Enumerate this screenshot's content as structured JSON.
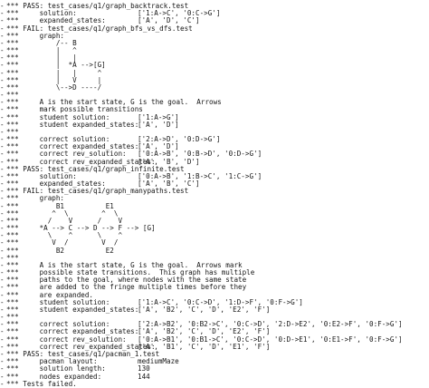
{
  "terminal": {
    "gutter_char": "-",
    "lines": [
      [
        "*** PASS: test_cases/q1/graph_backtrack.test"
      ],
      [
        "***     solution:",
        "['1:A->C', '0:C->G']"
      ],
      [
        "***     expanded_states:",
        "['A', 'D', 'C']"
      ],
      [
        "*** FAIL: test_cases/q1/graph_bfs_vs_dfs.test"
      ],
      [
        "***     graph:"
      ],
      [
        "***         /-- B"
      ],
      [
        "***         |   ^"
      ],
      [
        "***         |   |"
      ],
      [
        "***         |  *A -->[G]"
      ],
      [
        "***         |   |     ^"
      ],
      [
        "***         |   V     |"
      ],
      [
        "***         \\-->D ----/"
      ],
      [
        "***"
      ],
      [
        "***     A is the start state, G is the goal.  Arrows"
      ],
      [
        "***     mark possible transitions"
      ],
      [
        "***     student solution:",
        "['1:A->G']"
      ],
      [
        "***     student expanded_states:",
        "['A', 'D']"
      ],
      [
        "***"
      ],
      [
        "***     correct solution:",
        "['2:A->D', '0:D->G']"
      ],
      [
        "***     correct expanded_states:",
        "['A', 'D']"
      ],
      [
        "***     correct rev_solution:",
        "['0:A->B', '0:B->D', '0:D->G']"
      ],
      [
        "***     correct rev_expanded_states:",
        "['A', 'B', 'D']"
      ],
      [
        "*** PASS: test_cases/q1/graph_infinite.test"
      ],
      [
        "***     solution:",
        "['0:A->B', '1:B->C', '1:C->G']"
      ],
      [
        "***     expanded_states:",
        "['A', 'B', 'C']"
      ],
      [
        "*** FAIL: test_cases/q1/graph_manypaths.test"
      ],
      [
        "***     graph:"
      ],
      [
        "***         B1          E1"
      ],
      [
        "***        ^  \\        ^  \\"
      ],
      [
        "***       /    V      /    V"
      ],
      [
        "***     *A --> C --> D --> F --> [G]"
      ],
      [
        "***       \\    ^      \\    ^"
      ],
      [
        "***        V  /        V  /"
      ],
      [
        "***         B2          E2"
      ],
      [
        "***"
      ],
      [
        "***     A is the start state, G is the goal.  Arrows mark"
      ],
      [
        "***     possible state transitions.  This graph has multiple"
      ],
      [
        "***     paths to the goal, where nodes with the same state"
      ],
      [
        "***     are added to the fringe multiple times before they"
      ],
      [
        "***     are expanded."
      ],
      [
        "***     student solution:",
        "['1:A->C', '0:C->D', '1:D->F', '0:F->G']"
      ],
      [
        "***     student expanded_states:",
        "['A', 'B2', 'C', 'D', 'E2', 'F']"
      ],
      [
        "***"
      ],
      [
        "***     correct solution:",
        "['2:A->B2', '0:B2->C', '0:C->D', '2:D->E2', '0:E2->F', '0:F->G']"
      ],
      [
        "***     correct expanded_states:",
        "['A', 'B2', 'C', 'D', 'E2', 'F']"
      ],
      [
        "***     correct rev_solution:",
        "['0:A->B1', '0:B1->C', '0:C->D', '0:D->E1', '0:E1->F', '0:F->G']"
      ],
      [
        "***     correct rev_expanded_states:",
        "['A', 'B1', 'C', 'D', 'E1', 'F']"
      ],
      [
        "*** PASS: test_cases/q1/pacman_1.test"
      ],
      [
        "***     pacman layout:",
        "mediumMaze"
      ],
      [
        "***     solution length:",
        "130"
      ],
      [
        "***     nodes expanded:",
        "144"
      ],
      [
        "*** Tests failed."
      ]
    ]
  }
}
